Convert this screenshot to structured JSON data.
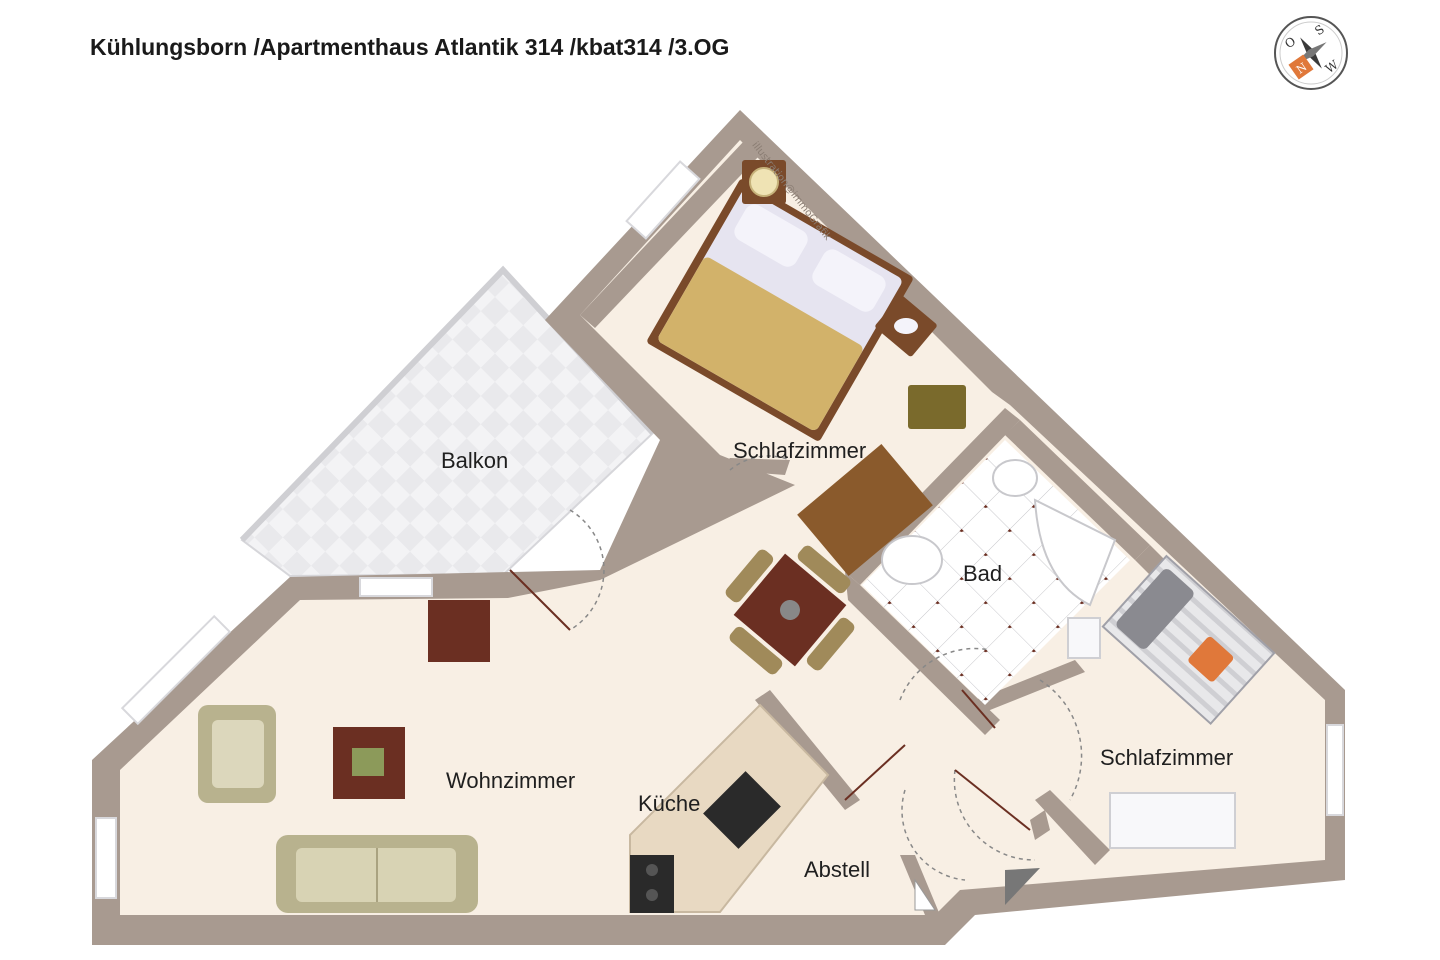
{
  "title": "Kühlungsborn /Apartmenthaus Atlantik 314 /kbat314 /3.OG",
  "credit": "illustration@immoGrafik",
  "compass": {
    "north": "N",
    "east": "O",
    "south": "S",
    "west": "W"
  },
  "rooms": {
    "balkon": "Balkon",
    "schlafzimmer_1": "Schlafzimmer",
    "bad": "Bad",
    "wohnzimmer": "Wohnzimmer",
    "kueche": "Küche",
    "abstell": "Abstell",
    "schlafzimmer_2": "Schlafzimmer"
  },
  "colors": {
    "wall": "#a89a90",
    "floor": "#f8efe4",
    "tile_light": "#f4f4f6",
    "accent_orange": "#e0783a",
    "wood_dark": "#6b2f22"
  }
}
